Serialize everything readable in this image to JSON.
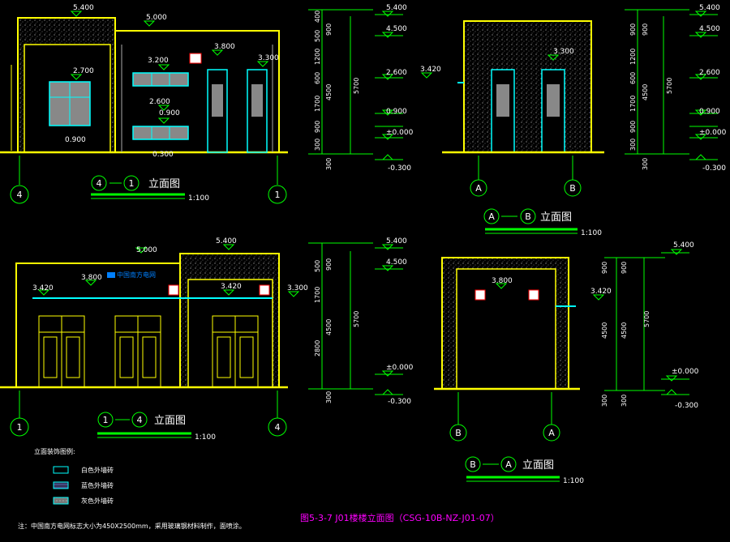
{
  "title_bar": {
    "caption": "图5-3-7 J01楼楼立面图（CSG-10B-NZ-J01-07）"
  },
  "views": {
    "v1": {
      "axis_left": "4",
      "axis_right": "1",
      "title_a": "4",
      "title_b": "1",
      "title_word": "立面图",
      "scale": "1:100"
    },
    "v2": {
      "axis_left": "A",
      "axis_right": "B",
      "title_a": "A",
      "title_b": "B",
      "title_word": "立面图",
      "scale": "1:100"
    },
    "v3": {
      "axis_left": "1",
      "axis_right": "4",
      "title_a": "1",
      "title_b": "4",
      "title_word": "立面图",
      "scale": "1:100"
    },
    "v4": {
      "axis_left": "B",
      "axis_right": "A",
      "title_a": "B",
      "title_b": "A",
      "title_word": "立面图",
      "scale": "1:100"
    }
  },
  "elev": {
    "e5400": "5.400",
    "e5000": "5.000",
    "e4500": "4.500",
    "e3800": "3.800",
    "e3420": "3.420",
    "e3300": "3.300",
    "e3200": "3.200",
    "e2700": "2.700",
    "e2600": "2.600",
    "e0900": "0.900",
    "e0300": "0.300",
    "e0000": "±0.000",
    "em0300": "-0.300"
  },
  "dims": {
    "d400": "400",
    "d500": "500",
    "d900": "900",
    "d1200": "1200",
    "d600": "600",
    "d1700": "1700",
    "d300": "300",
    "d4500": "4500",
    "d5700": "5700",
    "d2800": "2800"
  },
  "logo_text": "中国南方电网",
  "legend": {
    "heading": "立面装饰图例:",
    "items": [
      "白色外墙砖",
      "蓝色外墙砖",
      "灰色外墙砖"
    ],
    "note": "注：中国南方电网标志大小为450X2500mm，采用玻璃钢材料制作，面喷涂。"
  },
  "colors": {
    "wall": "#ffff00",
    "green": "#00ff00",
    "cyan": "#00ffff",
    "text": "#ffffff",
    "caption": "#ff00ff",
    "glyph": "#0080ff"
  }
}
